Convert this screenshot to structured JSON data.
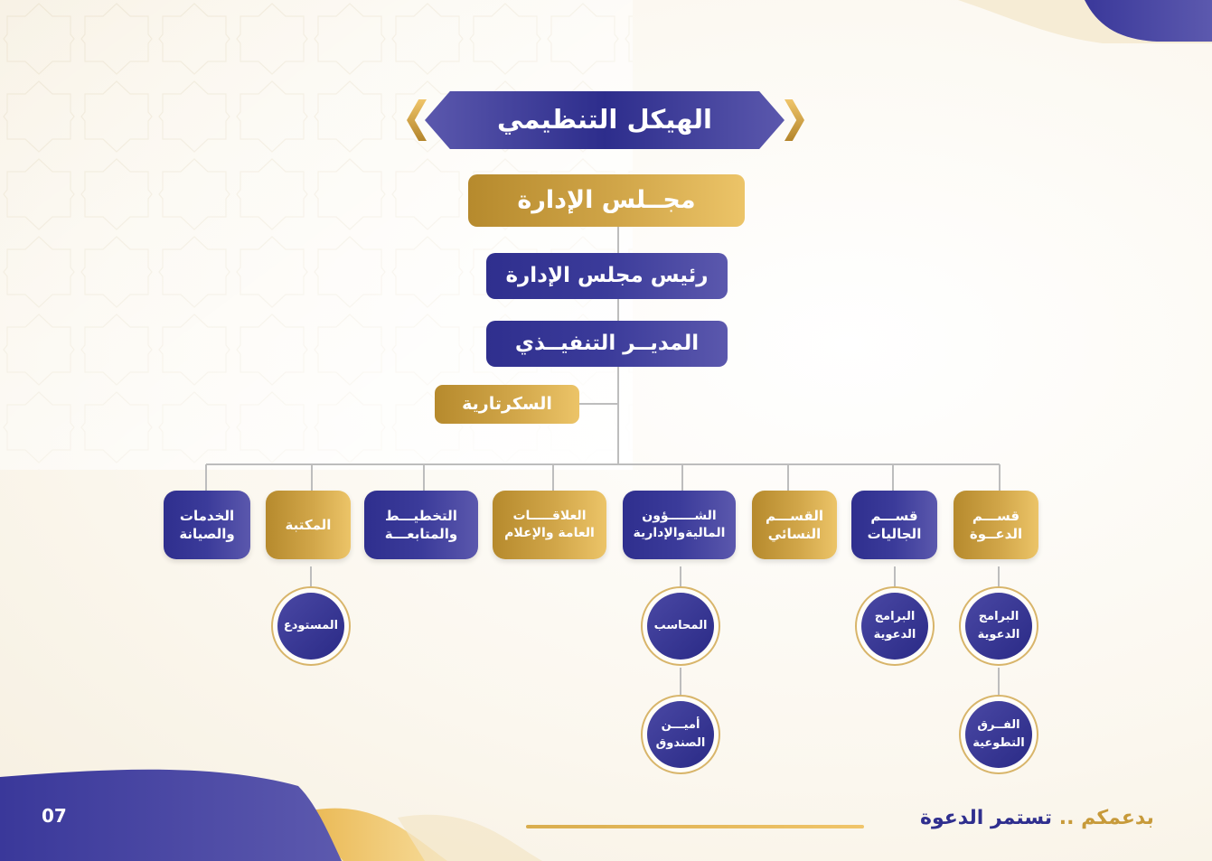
{
  "title": "الهيكل التنظيمي",
  "board": "مجــلس الإدارة",
  "chairman": "رئيس مجلس الإدارة",
  "executive_director": "المديــر التنفيــذي",
  "secretariat": "السكرتارية",
  "departments": {
    "dawah": "قســـم\nالدعــوة",
    "communities": "قســـم\nالجاليات",
    "women": "القســـم\nالنسائي",
    "finance": "الشــــــؤون\nالماليةوالإدارية",
    "relations": "العلاقـــــات\nالعامة والإعلام",
    "planning": "التخطيـــط\nوالمتابعـــة",
    "library": "المكتبة",
    "services": "الخدمات\nوالصيانة"
  },
  "sub_units": {
    "dawah_programs": "البرامج\nالدعوية",
    "volunteer_teams": "الفــرق\nالتطوعية",
    "communities_programs": "البرامج\nالدعوية",
    "accountant": "المحاسب",
    "treasurer": "أميـــن\nالصندوق",
    "warehouse": "المستودع"
  },
  "footer": {
    "page_number": "07",
    "slogan_gold": "بدعمكم ..",
    "slogan_navy": "تستمر الدعوة"
  },
  "colors": {
    "navy": "#2f2f8e",
    "gold": "#c79a3a",
    "connector": "#bdbdbd"
  }
}
